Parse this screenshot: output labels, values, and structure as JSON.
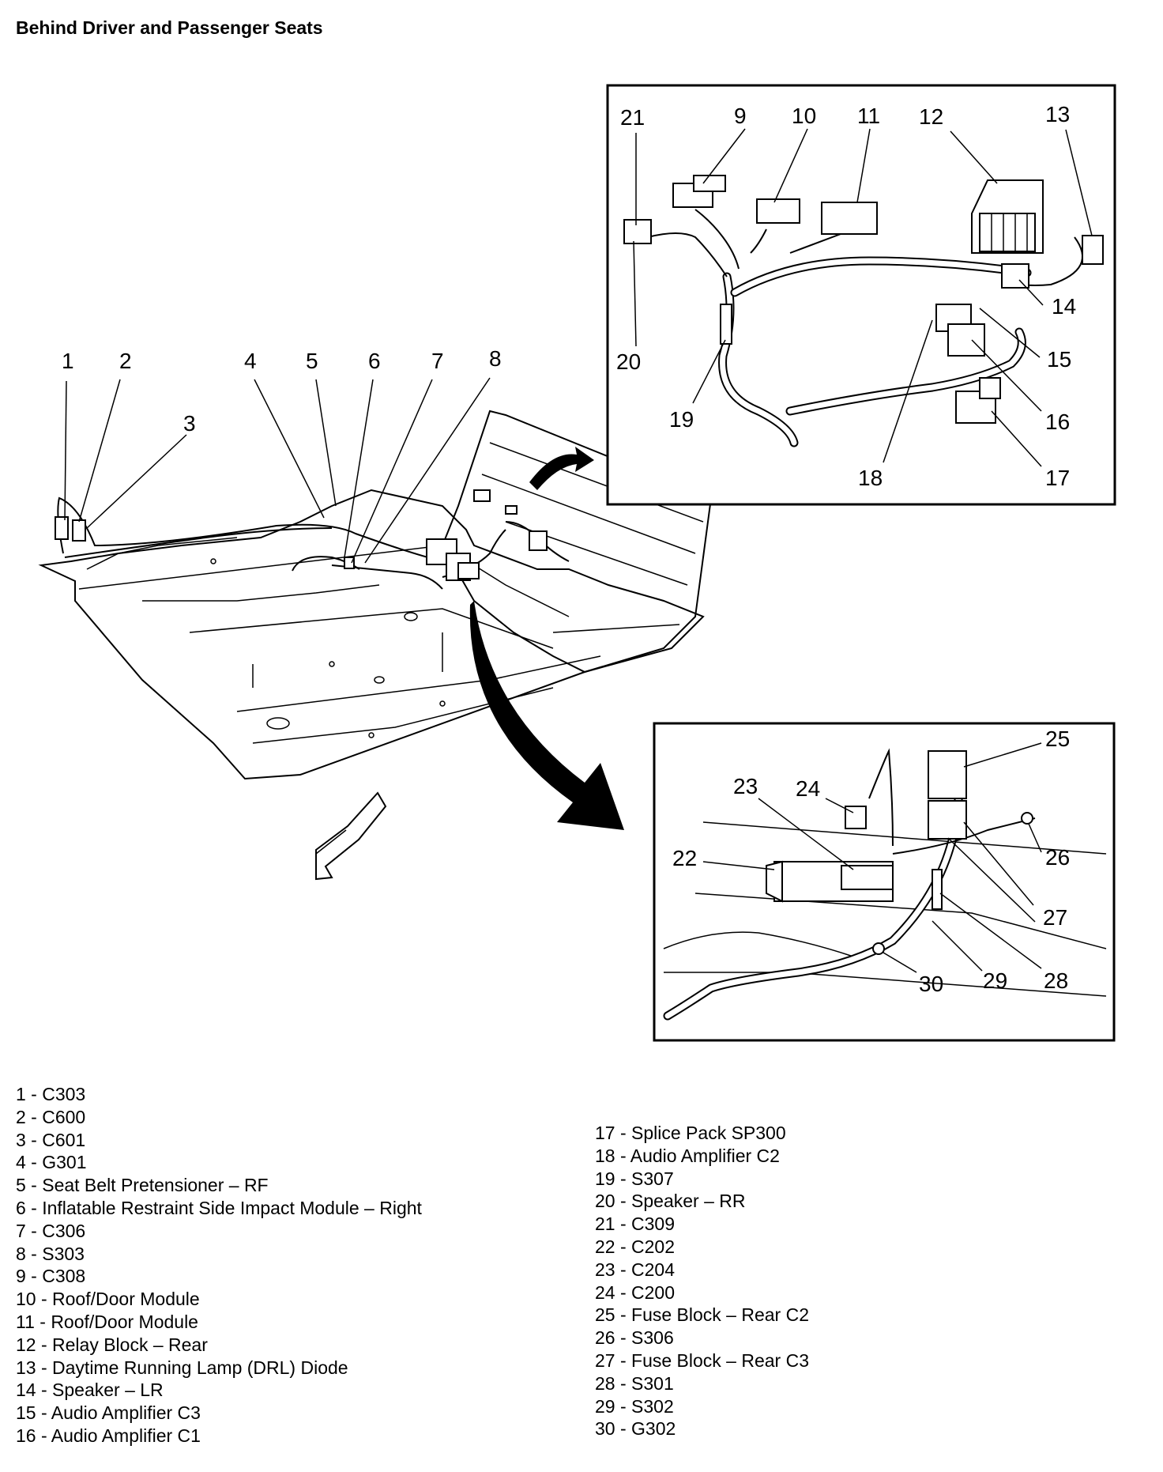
{
  "title": "Behind Driver and Passenger Seats",
  "callouts": {
    "c1": "1",
    "c2": "2",
    "c3": "3",
    "c4": "4",
    "c5": "5",
    "c6": "6",
    "c7": "7",
    "c8": "8",
    "c9": "9",
    "c10": "10",
    "c11": "11",
    "c12": "12",
    "c13": "13",
    "c14": "14",
    "c15": "15",
    "c16": "16",
    "c17": "17",
    "c18": "18",
    "c19": "19",
    "c20": "20",
    "c21": "21",
    "c22": "22",
    "c23": "23",
    "c24": "24",
    "c25": "25",
    "c26": "26",
    "c27": "27",
    "c28": "28",
    "c29": "29",
    "c30": "30"
  },
  "legend_left": [
    "1 - C303",
    "2 - C600",
    "3 - C601",
    "4 - G301",
    "5 - Seat Belt Pretensioner – RF",
    "6 - Inflatable Restraint Side Impact Module – Right",
    "7 - C306",
    "8 - S303",
    "9 - C308",
    "10 - Roof/Door Module",
    "11 - Roof/Door Module",
    "12 - Relay Block – Rear",
    "13 - Daytime Running Lamp (DRL) Diode",
    "14 - Speaker – LR",
    "15 - Audio Amplifier C3",
    "16 - Audio Amplifier C1"
  ],
  "legend_right": [
    "17 - Splice Pack SP300",
    "18 - Audio Amplifier C2",
    "19 - S307",
    "20 - Speaker – RR",
    "21 - C309",
    "22 - C202",
    "23 - C204",
    "24 - C200",
    "25 - Fuse Block – Rear C2",
    "26 - S306",
    "27 - Fuse Block – Rear C3",
    "28 - S301",
    "29 - S302",
    "30 - G302"
  ]
}
